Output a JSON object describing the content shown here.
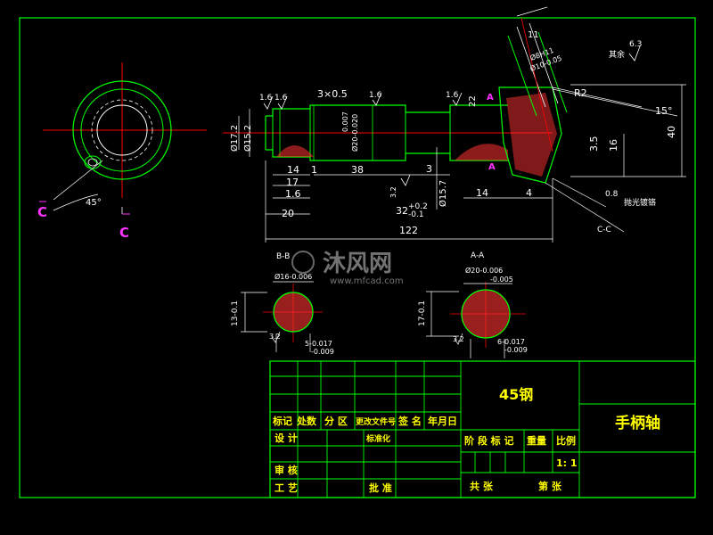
{
  "colors": {
    "background": "#000000",
    "frame": "#00ff00",
    "dimension": "#ffffff",
    "centerline": "#ff0000",
    "hatch": "#ff3333",
    "section_label": "#ff33ff",
    "title_block_text": "#ffff00",
    "cyan_dim": "#00ffff"
  },
  "watermark": {
    "brand": "沐风网",
    "url": "www.mfcad.com"
  },
  "section_view_c": {
    "label_left": "C",
    "label_right": "C",
    "angle": "45°"
  },
  "main_view": {
    "roughness_values": [
      "1.6",
      "1.6",
      "1.6",
      "1.6"
    ],
    "groove": "3×0.5",
    "left_diameters": [
      "Ø17.2",
      "Ø15.2"
    ],
    "mid_diameter_top": "0.007",
    "mid_diameter_bot": "Ø20-0.020",
    "dims_bottom": [
      "14",
      "17",
      "1.6",
      "20",
      "1",
      "38",
      "3",
      "14",
      "4",
      "122"
    ],
    "right_diameter": "Ø15.7",
    "tol_upper": "+0.2",
    "tol_lower": "-0.1",
    "small_dim": "32",
    "roughness_small": "3.2",
    "radius": "R2",
    "angle": "15°",
    "dim_right": [
      "3.5",
      "16",
      "40"
    ],
    "dim_slant": [
      "11",
      "22"
    ],
    "dim_slant_dia": [
      "Ø8H11",
      "Ø10-0.05"
    ],
    "section_a_mark": "A",
    "section_a_mark_bottom": "A",
    "roughness_note_value": "6.3",
    "roughness_note": "其余",
    "polish_value": "0.8",
    "polish_note": "抛光镀铬",
    "section_cc": "C-C"
  },
  "section_bb": {
    "title": "B-B",
    "dia": "Ø16-0.006",
    "height": "13-0.1",
    "width_tol_top": "5-0.017",
    "width_tol_bot": "-0.009",
    "roughness": "3.2"
  },
  "section_aa": {
    "title": "A-A",
    "dia_top": "Ø20-0.006",
    "dia_bot": "-0.005",
    "height": "17-0.1",
    "width_tol_top": "6-0.017",
    "width_tol_bot": "-0.009",
    "roughness": "3.2"
  },
  "title_block": {
    "material": "45钢",
    "part_name": "手柄轴",
    "header_cols": [
      "标记",
      "处数",
      "分 区",
      "更改文件号",
      "签 名",
      "年月日"
    ],
    "row_labels": [
      "设 计",
      "审 核",
      "工 艺"
    ],
    "mid_labels": [
      "标准化",
      "批 准"
    ],
    "stage_label": "阶 段 标 记",
    "weight_label": "重量",
    "scale_label": "比例",
    "scale_value": "1: 1",
    "total_sheets": "共  张",
    "sheet_no": "第  张"
  }
}
